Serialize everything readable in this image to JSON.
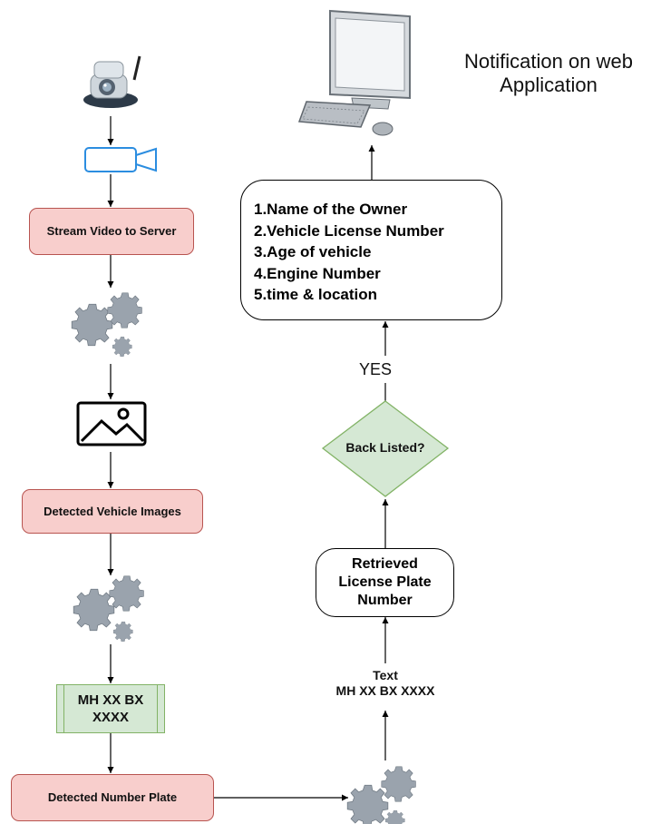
{
  "diagram": {
    "nodes": {
      "stream_video": "Stream Video to Server",
      "detected_vehicle_images": "Detected Vehicle Images",
      "plate_text_box": "MH XX BX XXXX",
      "detected_number_plate": "Detected Number Plate",
      "text_label": "Text",
      "text_value": "MH XX BX XXXX",
      "retrieved_plate": "Retrieved License Plate Number",
      "decision": "Back Listed?",
      "yes_label": "YES",
      "notification": "Notification on web Application"
    },
    "owner_info": [
      "1.Name of the Owner",
      "2.Vehicle License Number",
      "3.Age of  vehicle",
      "4.Engine Number",
      "5.time & location"
    ],
    "icons": [
      "ip-camera-icon",
      "video-camera-icon",
      "gears-icon",
      "image-icon",
      "gears-icon",
      "gears-icon",
      "desktop-computer-icon"
    ],
    "colors": {
      "process_fill": "#f8cecc",
      "process_stroke": "#b85450",
      "plate_fill": "#d5e8d4",
      "plate_stroke": "#82b366",
      "decision_fill": "#d5e8d4",
      "camera_icon": "#1e88e5",
      "gear_fill": "#9aa3ad"
    }
  }
}
